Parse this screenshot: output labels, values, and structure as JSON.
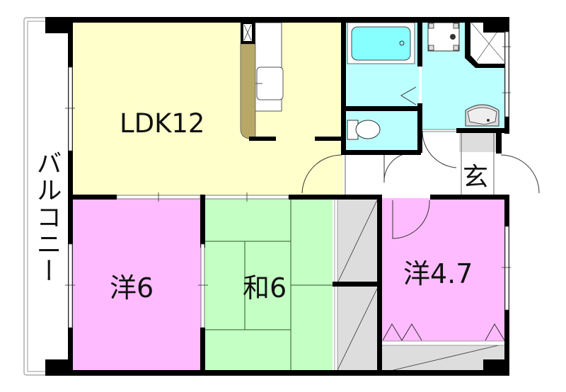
{
  "diagram": {
    "type": "floor_plan",
    "layout": "3LDK",
    "colors": {
      "wall": "#000000",
      "ldk": "#ffffcc",
      "western_room": "#ffbbff",
      "japanese_room": "#c4ffc4",
      "wet_area": "#bbffff",
      "bathtub": "#88ffff",
      "closet": "#dddddd",
      "kitchen_counter": "#b8a868",
      "corridor": "#ffffff"
    },
    "rooms": [
      {
        "id": "ldk",
        "label": "LDK12",
        "type": "living-dining-kitchen",
        "size_jo": 12
      },
      {
        "id": "western-1",
        "label": "洋6",
        "type": "western-room",
        "size_jo": 6
      },
      {
        "id": "japanese",
        "label": "和6",
        "type": "japanese-tatami-room",
        "size_jo": 6
      },
      {
        "id": "western-2",
        "label": "洋4.7",
        "type": "western-room",
        "size_jo": 4.7
      },
      {
        "id": "entrance",
        "label": "玄",
        "type": "entrance"
      },
      {
        "id": "balcony",
        "label": "バルコニー",
        "type": "balcony"
      },
      {
        "id": "bathroom",
        "label": "",
        "type": "bathroom"
      },
      {
        "id": "toilet",
        "label": "",
        "type": "toilet"
      },
      {
        "id": "washroom",
        "label": "",
        "type": "washroom"
      }
    ]
  }
}
